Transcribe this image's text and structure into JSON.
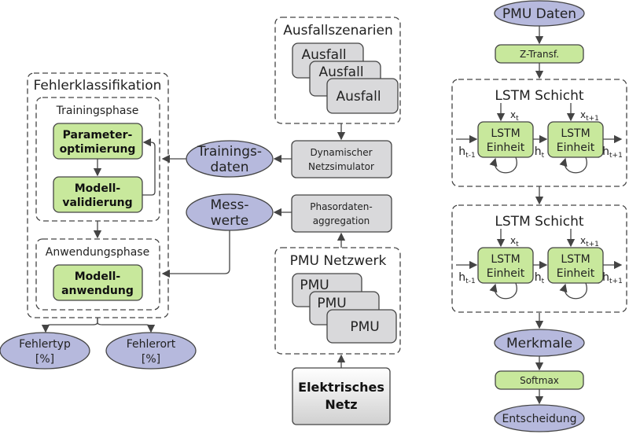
{
  "left": {
    "title": "Fehlerklassifikation",
    "training_phase": "Trainingsphase",
    "param": [
      "Parameter-",
      "optimierung"
    ],
    "valid": [
      "Modell-",
      "validierung"
    ],
    "application_phase": "Anwendungsphase",
    "apply": [
      "Modell-",
      "anwendung"
    ],
    "out1": [
      "Fehlertyp",
      "[%]"
    ],
    "out2": [
      "Fehlerort",
      "[%]"
    ],
    "training_data": [
      "Trainings-",
      "daten"
    ],
    "measurements": [
      "Mess-",
      "werte"
    ]
  },
  "middle": {
    "scenarios_title": "Ausfallszenarien",
    "scenario": "Ausfall",
    "simulator": [
      "Dynamischer",
      "Netzsimulator"
    ],
    "aggregation": [
      "Phasordaten-",
      "aggregation"
    ],
    "pmu_title": "PMU Netzwerk",
    "pmu": "PMU",
    "grid": [
      "Elektrisches",
      "Netz"
    ]
  },
  "right": {
    "pmu_data": "PMU Daten",
    "ztransf": "Z-Transf.",
    "layer": "LSTM Schicht",
    "unit": [
      "LSTM",
      "Einheit"
    ],
    "h": "h",
    "x": "x",
    "sub_t": "t",
    "sub_tm1": "t-1",
    "sub_tp1": "t+1",
    "features": "Merkmale",
    "softmax": "Softmax",
    "decision": "Entscheidung"
  },
  "colors": {
    "process": "#c8e89c",
    "data": "#b6b9dd",
    "system": "#d9d9db"
  }
}
